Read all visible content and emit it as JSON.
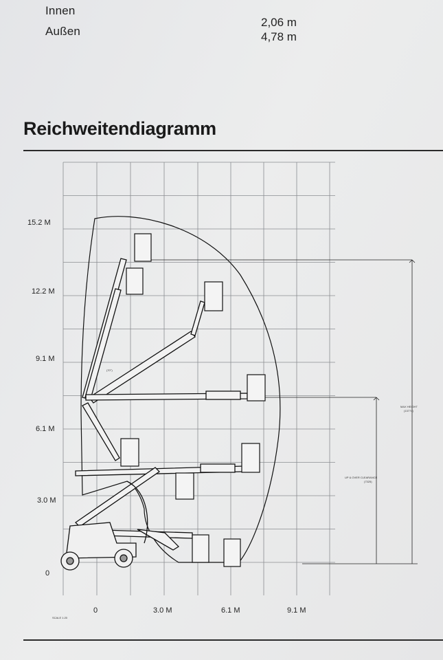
{
  "specs": [
    {
      "label": "Innen",
      "value": "2,06 m"
    },
    {
      "label": "Außen",
      "value": "4,78 m"
    }
  ],
  "heading": "Reichweitendiagramm",
  "y_axis_labels": [
    "15.2 M",
    "12.2 M",
    "9.1 M",
    "6.1 M",
    "3.0 M",
    "0"
  ],
  "x_axis_labels": [
    "0",
    "3.0 M",
    "6.1 M",
    "9.1 M"
  ],
  "scale_text": "SCALE 1:20",
  "dimensions": {
    "max_height": {
      "label": "MAX HEIGHT",
      "value": "(13774)"
    },
    "up_over": {
      "label": "UP & OVER CLEARANCE",
      "value": "(7325)"
    }
  },
  "angle_text": "(70°)"
}
